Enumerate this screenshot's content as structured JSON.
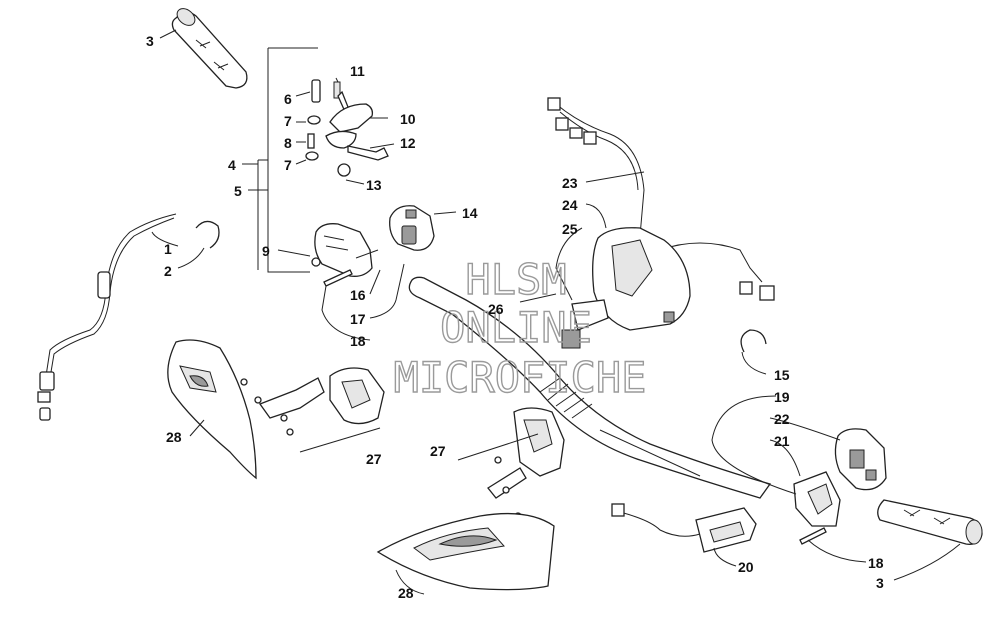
{
  "watermark": {
    "line1": "HLSM",
    "line2": "ONLINE",
    "line3": "MICROFICHE"
  },
  "callouts": {
    "c1": "1",
    "c2": "2",
    "c3a": "3",
    "c3b": "3",
    "c4": "4",
    "c5": "5",
    "c6": "6",
    "c7a": "7",
    "c7b": "7",
    "c8": "8",
    "c9": "9",
    "c10": "10",
    "c11": "11",
    "c12": "12",
    "c13": "13",
    "c14": "14",
    "c15": "15",
    "c16": "16",
    "c17": "17",
    "c18a": "18",
    "c18b": "18",
    "c19": "19",
    "c20": "20",
    "c21": "21",
    "c22": "22",
    "c23": "23",
    "c24": "24",
    "c25": "25",
    "c26": "26",
    "c27a": "27",
    "c27b": "27",
    "c28a": "28",
    "c28b": "28"
  },
  "colors": {
    "line": "#222222",
    "watermark": "#9a9a9a",
    "background": "#ffffff"
  }
}
